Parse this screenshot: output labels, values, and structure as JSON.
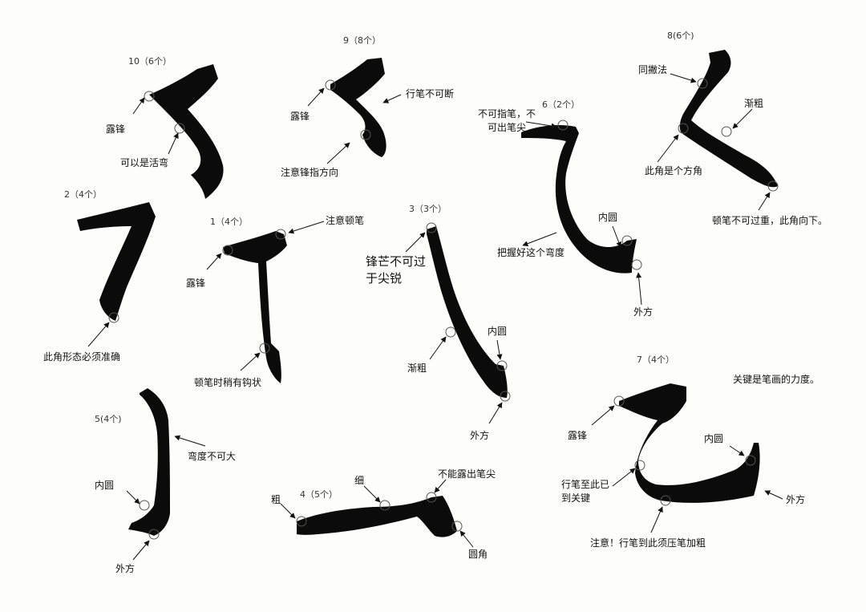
{
  "strokes": [
    {
      "id": "10",
      "number": "10（6个）",
      "notes": [
        "露锋",
        "可以是活弯"
      ]
    },
    {
      "id": "9",
      "number": "9（8个）",
      "notes": [
        "露锋",
        "行笔不可断",
        "注意锋指方向"
      ]
    },
    {
      "id": "6",
      "number": "6（2个）",
      "notes": [
        "不可指笔，不可出笔尖",
        "把握好这个弯度",
        "内圆",
        "外方"
      ]
    },
    {
      "id": "8",
      "number": "8(6个)",
      "notes": [
        "同撇法",
        "渐粗",
        "此角是个方角",
        "顿笔不可过重，此角向下。"
      ]
    },
    {
      "id": "2",
      "number": "2（4个）",
      "notes": [
        "此角形态必须准确"
      ]
    },
    {
      "id": "1",
      "number": "1（4个）",
      "notes": [
        "注意顿笔",
        "露锋",
        "顿笔时稍有钩状"
      ]
    },
    {
      "id": "3",
      "number": "3（3个）",
      "notes": [
        "锋芒不可过于尖锐",
        "内圆",
        "渐粗",
        "外方"
      ]
    },
    {
      "id": "5",
      "number": "5(4个)",
      "notes": [
        "弯度不可大",
        "内圆",
        "外方"
      ]
    },
    {
      "id": "4",
      "number": "4（5个）",
      "notes": [
        "粗",
        "细",
        "不能露出笔尖",
        "圆角"
      ]
    },
    {
      "id": "7",
      "number": "7（4个）",
      "notes": [
        "关键是笔画的力度。",
        "露锋",
        "内圆",
        "行笔至此已到关键",
        "外方",
        "注意！行笔到此须压笔加粗"
      ]
    }
  ]
}
